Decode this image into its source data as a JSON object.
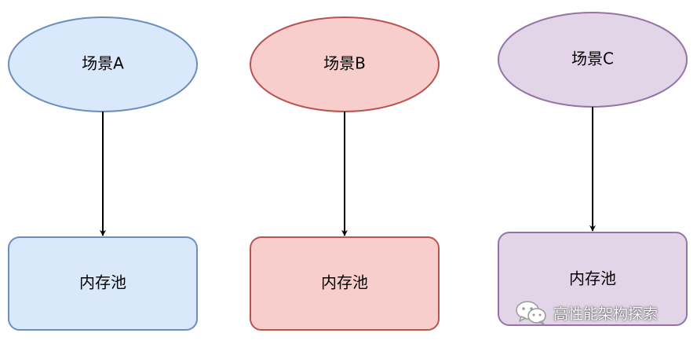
{
  "colors": {
    "blue_fill": "#dae8fc",
    "blue_stroke": "#6c8ebf",
    "red_fill": "#f8cecc",
    "red_stroke": "#b85450",
    "purple_fill": "#e1d5e7",
    "purple_stroke": "#9673a6",
    "edge": "#000000"
  },
  "scenes": [
    {
      "label": "场景A",
      "target": "内存池",
      "color": "blue"
    },
    {
      "label": "场景B",
      "target": "内存池",
      "color": "red"
    },
    {
      "label": "场景C",
      "target": "内存池",
      "color": "purple"
    }
  ],
  "watermark": {
    "icon": "wechat-icon",
    "text": "高性能架构探索"
  }
}
